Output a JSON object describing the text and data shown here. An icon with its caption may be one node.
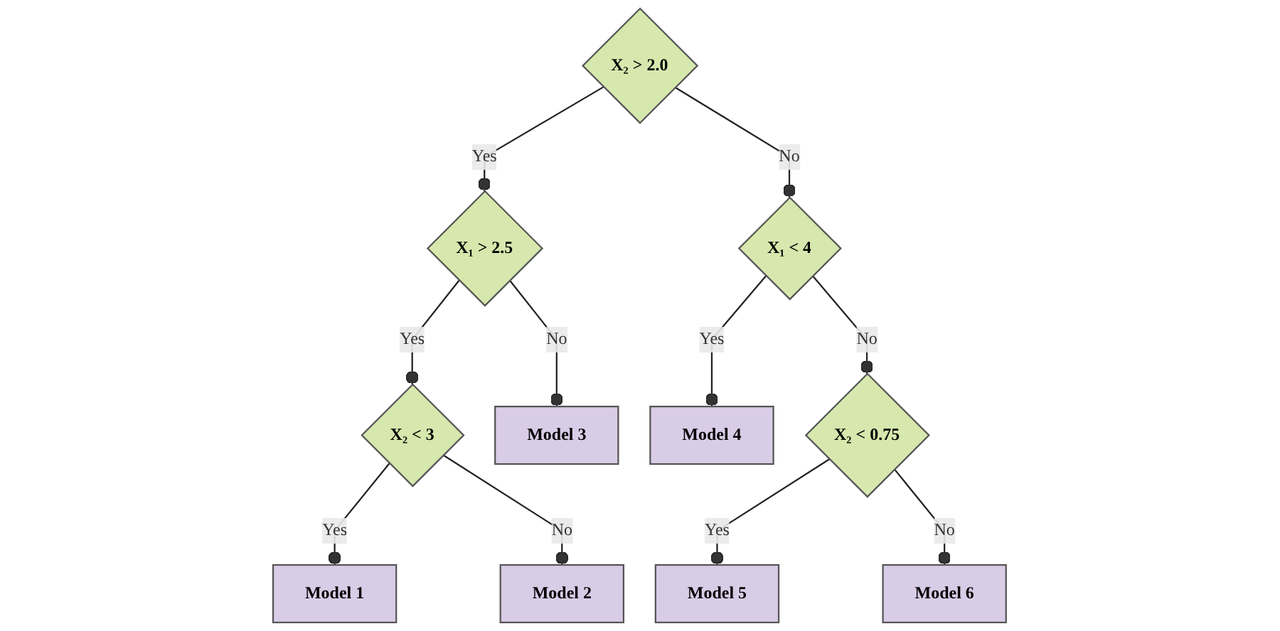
{
  "diagram": {
    "nodes": [
      {
        "text": [
          "X₂ > 2.0"
        ]
      },
      {
        "text": [
          "X₁ > 2.5"
        ]
      },
      {
        "text": [
          "X₁ < 4"
        ]
      },
      {
        "text": [
          "X₂ < 3"
        ]
      },
      {
        "text": [
          "Model 3"
        ]
      },
      {
        "text": [
          "Model 4"
        ]
      },
      {
        "text": [
          "X₂ < 0.75"
        ]
      },
      {
        "text": [
          "Model 1"
        ]
      },
      {
        "text": [
          "Model 2"
        ]
      },
      {
        "text": [
          "Model 5"
        ]
      },
      {
        "text": [
          "Model 6"
        ]
      }
    ],
    "edges": [
      {
        "from": 0,
        "to": 1,
        "arrow": "other",
        "label": "Yes"
      },
      {
        "from": 0,
        "to": 2,
        "arrow": "other",
        "label": "No"
      },
      {
        "from": 1,
        "to": 3,
        "arrow": "other",
        "label": "Yes"
      },
      {
        "from": 1,
        "to": 4,
        "arrow": "other",
        "label": "No"
      },
      {
        "from": 2,
        "to": 5,
        "arrow": "other",
        "label": "Yes"
      },
      {
        "from": 2,
        "to": 6,
        "arrow": "other",
        "label": "No"
      },
      {
        "from": 3,
        "to": 7,
        "arrow": "other",
        "label": "Yes"
      },
      {
        "from": 3,
        "to": 8,
        "arrow": "other",
        "label": "No"
      },
      {
        "from": 6,
        "to": 9,
        "arrow": "other",
        "label": "Yes"
      },
      {
        "from": 6,
        "to": 10,
        "arrow": "other",
        "label": "No"
      }
    ]
  }
}
